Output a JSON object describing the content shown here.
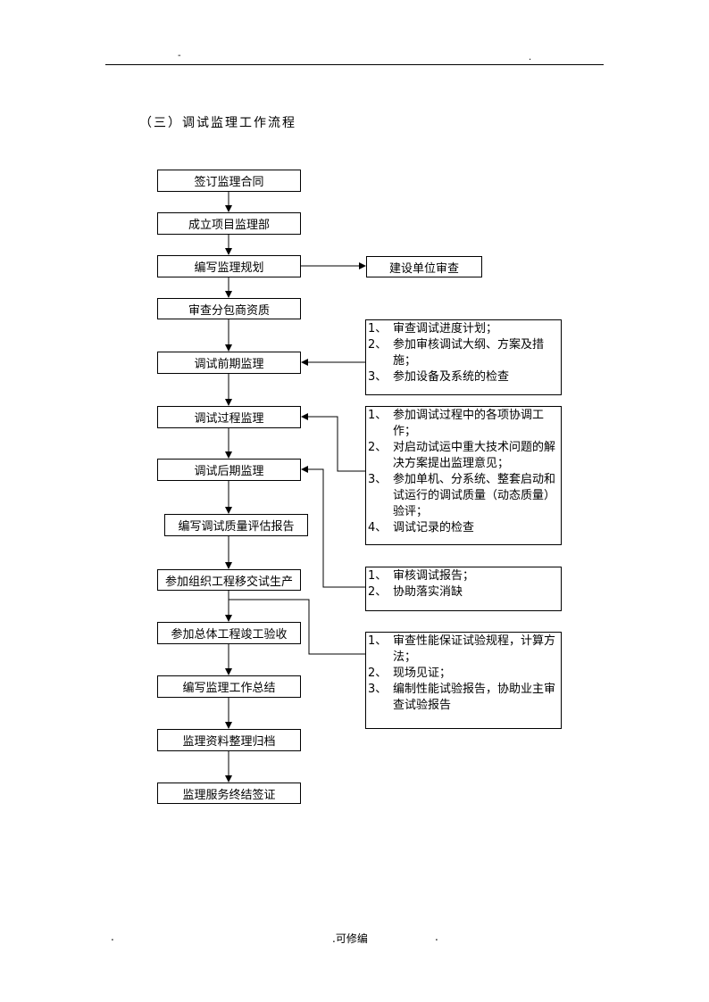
{
  "header": {
    "left_mark": "-",
    "right_mark": "."
  },
  "title": "（三）调试监理工作流程",
  "flow": {
    "steps": [
      "签订监理合同",
      "成立项目监理部",
      "编写监理规划",
      "审查分包商资质",
      "调试前期监理",
      "调试过程监理",
      "调试后期监理",
      "编写调试质量评估报告",
      "参加组织工程移交试生产",
      "参加总体工程竣工验收",
      "编写监理工作总结",
      "监理资料整理归档",
      "监理服务终结签证"
    ],
    "review": "建设单位审查",
    "notes": [
      {
        "items": [
          {
            "num": "1、",
            "text": "审查调试进度计划；"
          },
          {
            "num": "2、",
            "text": "参加审核调试大纲、方案及措施；"
          },
          {
            "num": "3、",
            "text": "参加设备及系统的检查"
          }
        ]
      },
      {
        "items": [
          {
            "num": "1、",
            "text": "参加调试过程中的各项协调工作；"
          },
          {
            "num": "2、",
            "text": "对启动试运中重大技术问题的解决方案提出监理意见；"
          },
          {
            "num": "3、",
            "text": "参加单机、分系统、整套启动和试运行的调试质量（动态质量）验评；"
          },
          {
            "num": "4、",
            "text": "调试记录的检查"
          }
        ]
      },
      {
        "items": [
          {
            "num": "1、",
            "text": "审核调试报告；"
          },
          {
            "num": "2、",
            "text": "协助落实消缺"
          }
        ]
      },
      {
        "items": [
          {
            "num": "1、",
            "text": "审查性能保证试验规程，计算方法；"
          },
          {
            "num": "2、",
            "text": "现场见证；"
          },
          {
            "num": "3、",
            "text": "编制性能试验报告，协助业主审查试验报告"
          }
        ]
      }
    ]
  },
  "footer": {
    "left_mark": ".",
    "center": ".可修编",
    "right_mark": "."
  }
}
